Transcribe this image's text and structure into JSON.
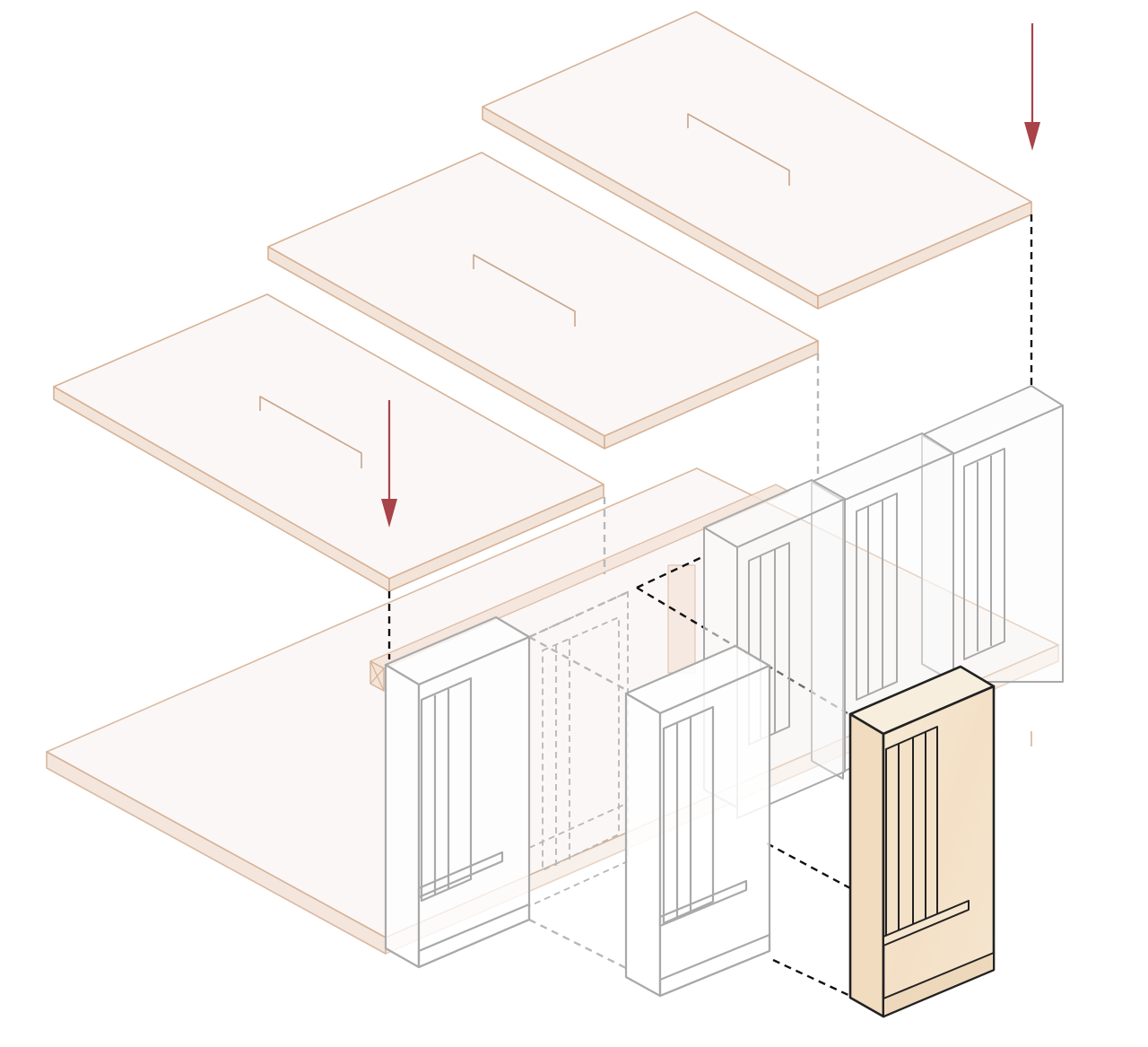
{
  "diagram": {
    "type": "exploded-axonometric-assembly",
    "colors": {
      "slab_stroke": "#D6B296",
      "slab_fill": "#FBF7F6",
      "slab_edge_fill": "#F3E4DA",
      "ghost_stroke": "#A9A9A9",
      "ghost_fill": "#FAFAFA",
      "highlight_fill": "#F6E6CF",
      "highlight_stroke": "#222222",
      "arrow_color": "#A8434A",
      "dash_dark": "#111111",
      "dash_light": "#B8B8B8"
    },
    "slabs": [
      {
        "name": "slab-left",
        "role": "floor-panel"
      },
      {
        "name": "slab-middle",
        "role": "floor-panel"
      },
      {
        "name": "slab-right",
        "role": "floor-panel"
      },
      {
        "name": "base-slab",
        "role": "ground-slab"
      }
    ],
    "window_modules": [
      {
        "name": "window-module-back-right",
        "state": "ghosted"
      },
      {
        "name": "window-module-back-middle",
        "state": "ghosted"
      },
      {
        "name": "window-module-back-left",
        "state": "ghosted"
      },
      {
        "name": "window-module-dashed-slot",
        "state": "dashed-outline"
      },
      {
        "name": "window-module-front-left",
        "state": "ghosted"
      },
      {
        "name": "window-module-front-middle",
        "state": "ghosted"
      },
      {
        "name": "window-module-highlighted",
        "state": "highlighted"
      }
    ],
    "arrows": [
      {
        "name": "down-arrow-left",
        "direction": "down"
      },
      {
        "name": "down-arrow-right",
        "direction": "down"
      }
    ]
  }
}
